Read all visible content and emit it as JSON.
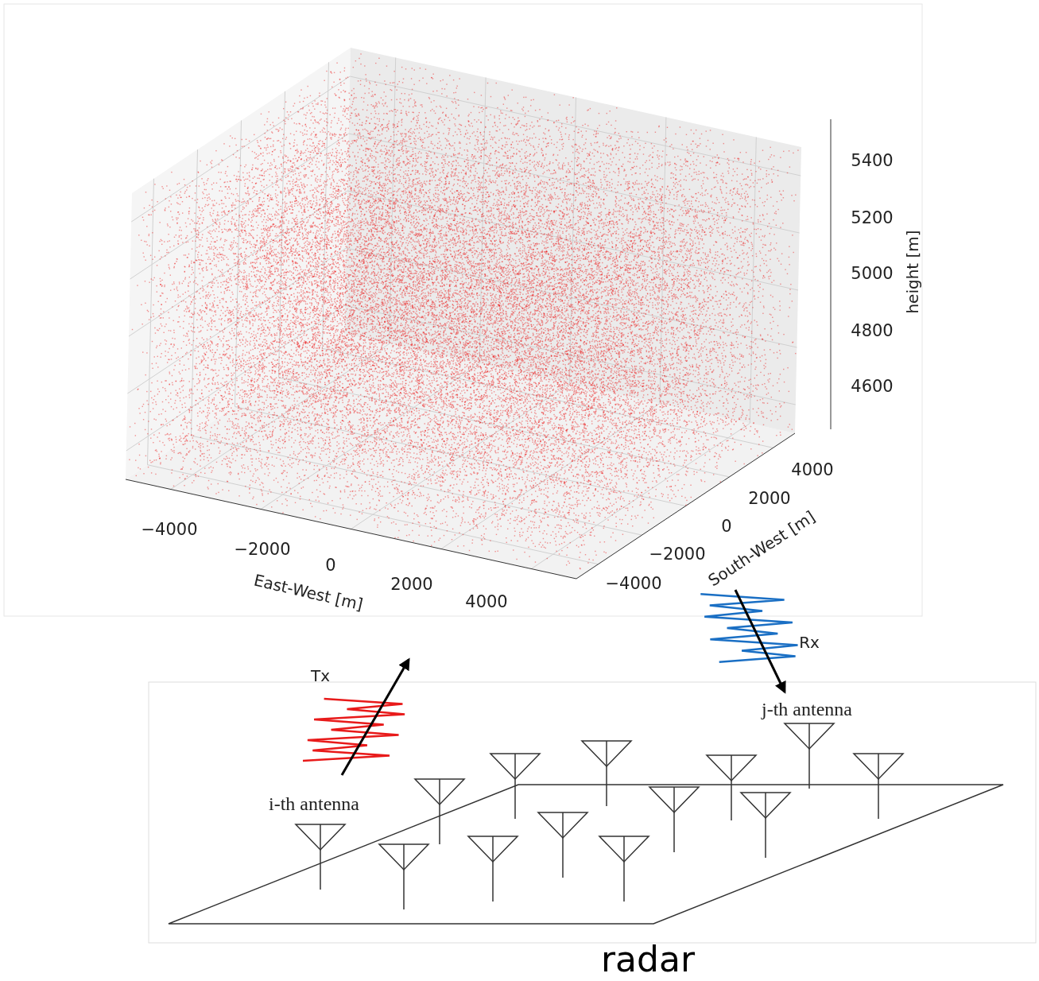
{
  "diagram": {
    "labels": [
      "5400",
      "5200",
      "5000",
      "4800",
      "4600",
      "height [m]",
      "−4000",
      "−2000",
      "0",
      "2000",
      "4000",
      "East-West [m]",
      "4000",
      "2000",
      "0",
      "−2000",
      "−4000",
      "South-West [m]",
      "Tx",
      "Rx",
      "i-th antenna",
      "j-th antenna",
      "radar"
    ]
  }
}
